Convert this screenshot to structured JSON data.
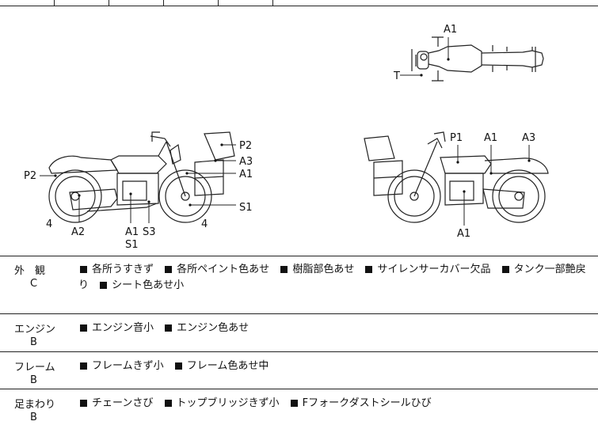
{
  "diagram": {
    "top_view_labels": {
      "a1": "A1",
      "t": "T"
    },
    "left_view_labels": {
      "p2_top": "P2",
      "a3": "A3",
      "a1_right": "A1",
      "s1_right": "S1",
      "p2_left": "P2",
      "four_left": "4",
      "a2": "A2",
      "a1_bottom": "A1",
      "s3": "S3",
      "s1_bottom": "S1",
      "four_right": "4"
    },
    "right_view_labels": {
      "p1": "P1",
      "a1_top": "A1",
      "a3": "A3",
      "a1_bottom": "A1"
    }
  },
  "rows": [
    {
      "category": "外　観",
      "grade": "C",
      "items": [
        "各所うすきず",
        "各所ペイント色あせ",
        "樹脂部色あせ",
        "サイレンサーカバー欠品",
        "タンク一部艶戻り",
        "シート色あせ小"
      ]
    },
    {
      "category": "エンジン",
      "grade": "B",
      "items": [
        "エンジン音小",
        "エンジン色あせ"
      ]
    },
    {
      "category": "フレーム",
      "grade": "B",
      "items": [
        "フレームきず小",
        "フレーム色あせ中"
      ]
    },
    {
      "category": "足まわり",
      "grade": "B",
      "items": [
        "チェーンさび",
        "トップブリッジきず小",
        "Fフォークダストシールひび"
      ]
    }
  ]
}
